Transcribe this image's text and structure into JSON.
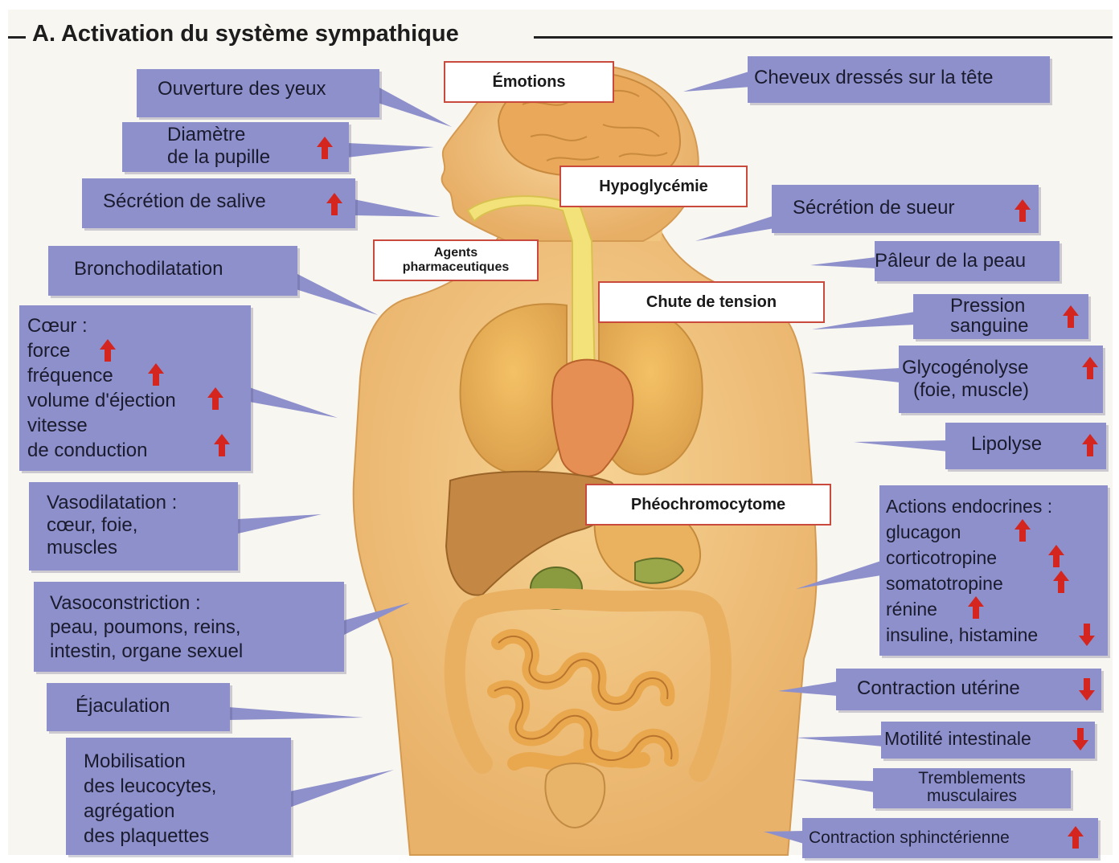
{
  "title": "A. Activation du système sympathique",
  "colors": {
    "box_fill": "#8e90cc",
    "trigger_border": "#c9493c",
    "arrow": "#d4261f",
    "body": "#f0c47a"
  },
  "triggers": {
    "emotions": "Émotions",
    "hypoglycemie": "Hypoglycémie",
    "agents_1": "Agents",
    "agents_2": "pharmaceutiques",
    "chute": "Chute de tension",
    "pheo": "Phéochromocytome"
  },
  "left": {
    "yeux": "Ouverture des yeux",
    "pupille_1": "Diamètre",
    "pupille_2": "de la pupille",
    "salive": "Sécrétion de salive",
    "broncho": "Bronchodilatation",
    "coeur_title": "Cœur :",
    "coeur_force": "force",
    "coeur_freq": "fréquence",
    "coeur_volume": "volume d'éjection",
    "coeur_vitesse": "vitesse",
    "coeur_conduction": "de conduction",
    "vasodil_1": "Vasodilatation :",
    "vasodil_2": "cœur, foie,",
    "vasodil_3": "muscles",
    "vasocon_1": "Vasoconstriction :",
    "vasocon_2": "peau, poumons, reins,",
    "vasocon_3": "intestin, organe sexuel",
    "ejac": "Éjaculation",
    "mobil_1": "Mobilisation",
    "mobil_2": "des leucocytes,",
    "mobil_3": "agrégation",
    "mobil_4": "des plaquettes"
  },
  "right": {
    "cheveux": "Cheveux dressés sur la tête",
    "sueur": "Sécrétion de sueur",
    "paleur": "Pâleur de la peau",
    "pression_1": "Pression",
    "pression_2": "sanguine",
    "glyco_1": "Glycogénolyse",
    "glyco_2": "(foie, muscle)",
    "lipolyse": "Lipolyse",
    "endo_title": "Actions endocrines :",
    "endo_glucagon": "glucagon",
    "endo_cortico": "corticotropine",
    "endo_somato": "somatotropine",
    "endo_renine": "rénine",
    "endo_insuline": "insuline, histamine",
    "uterine": "Contraction utérine",
    "motilite": "Motilité intestinale",
    "tremb_1": "Tremblements",
    "tremb_2": "musculaires",
    "sphinct": "Contraction sphinctérienne"
  }
}
